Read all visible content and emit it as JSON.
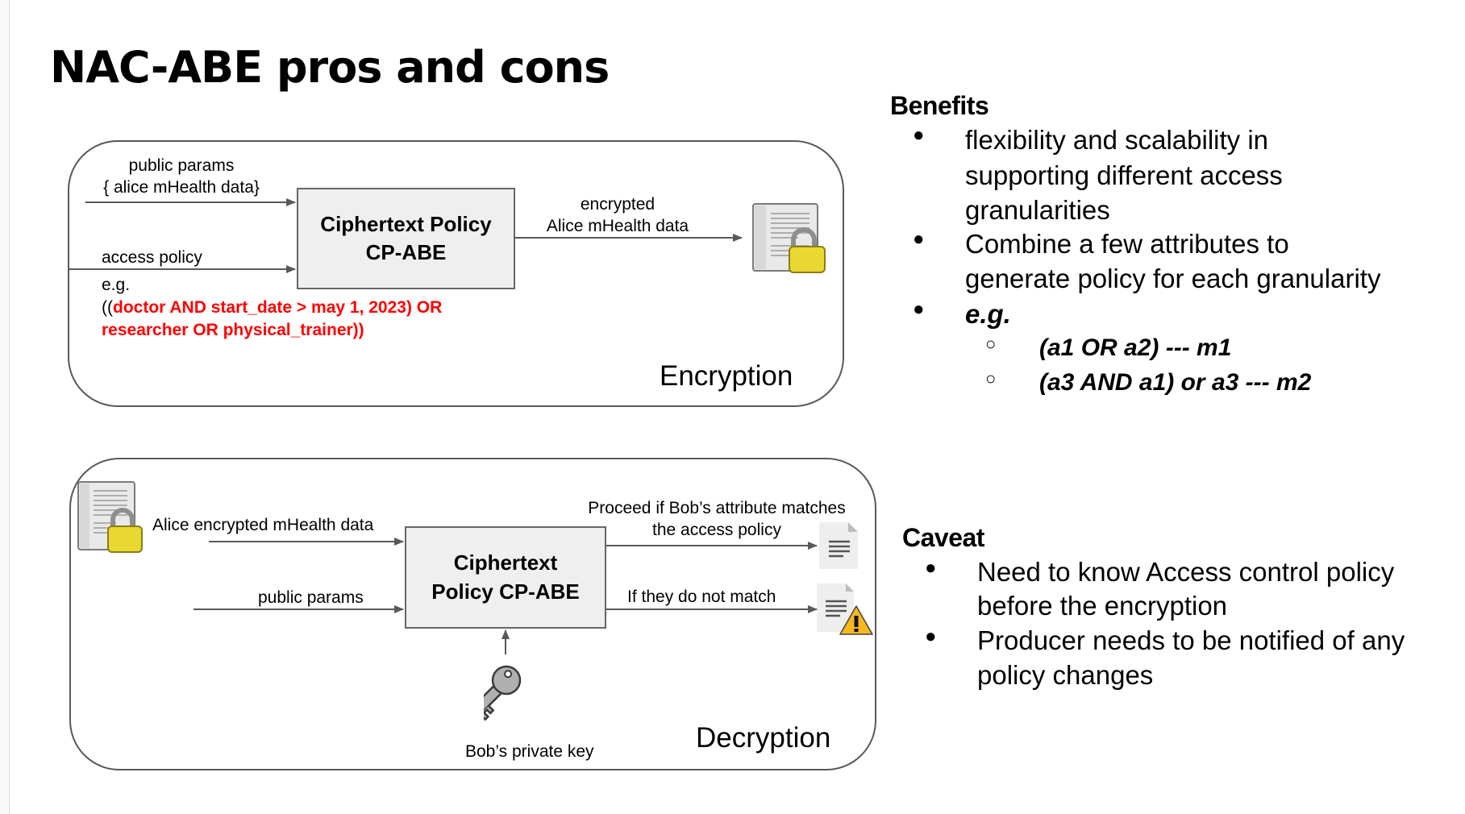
{
  "title": "NAC-ABE pros and cons",
  "encryption": {
    "section_label": "Encryption",
    "input1_line1": "public params",
    "input1_line2": "{ alice mHealth data}",
    "input2_label": "access policy",
    "example_prefix": "e.g.",
    "policy_open": "((",
    "policy_line1": "doctor AND start_date > may 1, 2023) OR",
    "policy_line2": "researcher OR physical_trainer))",
    "process_line1": "Ciphertext Policy",
    "process_line2": "CP-ABE",
    "output_line1": "encrypted",
    "output_line2": "Alice mHealth data",
    "output_icon": "locked-document-icon"
  },
  "decryption": {
    "section_label": "Decryption",
    "input1_label": "Alice encrypted mHealth data",
    "input1_icon": "locked-document-icon",
    "input2_label": "public params",
    "process_line1": "Ciphertext",
    "process_line2": "Policy CP-ABE",
    "key_label": "Bob’s private key",
    "key_icon": "key-icon",
    "success_line1": "Proceed if Bob’s attribute matches",
    "success_line2": "the access policy",
    "success_icon": "document-icon",
    "failure_label": "If they do not match",
    "failure_icon": "document-warning-icon"
  },
  "benefits": {
    "heading": "Benefits",
    "items": [
      {
        "lines": [
          "flexibility and scalability in",
          "supporting different access",
          "granularities"
        ]
      },
      {
        "lines": [
          "Combine a few attributes to",
          "generate policy for each granularity"
        ]
      },
      {
        "lines": [
          "e.g."
        ]
      }
    ],
    "examples": [
      "(a1 OR a2) --- m1",
      "(a3 AND a1) or a3 --- m2"
    ],
    "bullet": "●",
    "sub_bullet": "○"
  },
  "caveat": {
    "heading": "Caveat",
    "items": [
      {
        "lines": [
          "Need to know Access control policy",
          "before the encryption"
        ]
      },
      {
        "lines": [
          "Producer needs to be notified of any",
          "policy changes"
        ]
      }
    ]
  },
  "colors": {
    "policy_text": "#ff0000",
    "process_fill": "#efefef",
    "lock_yellow": "#e8d831"
  }
}
